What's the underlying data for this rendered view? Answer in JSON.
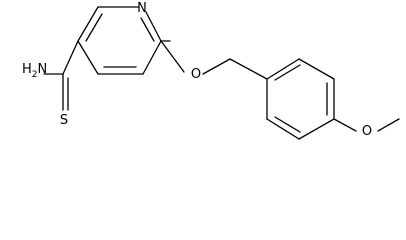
{
  "molecule": {
    "atoms": {
      "pyridine_nitrogen": "N",
      "ether_oxygen": "O",
      "methoxy_oxygen": "O",
      "thioamide_sulfur": "S",
      "amide_nitrogen": "H",
      "amide_nitrogen_count": "2",
      "amide_nitrogen_element": "N"
    }
  }
}
